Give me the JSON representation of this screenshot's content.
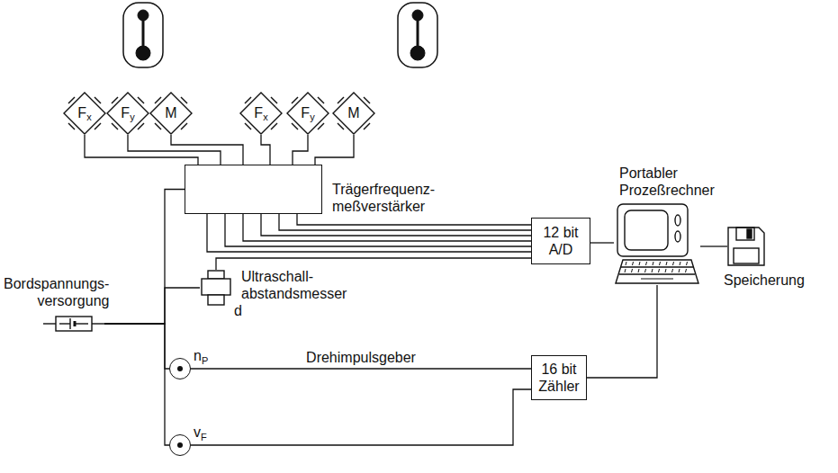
{
  "diagram": {
    "nodes": [
      {
        "text": [
          "F",
          "x"
        ]
      },
      {
        "text": [
          "F",
          "y"
        ]
      },
      {
        "text": [
          "M"
        ]
      },
      {
        "text": [
          "F",
          "x"
        ]
      },
      {
        "text": [
          "F",
          "y"
        ]
      },
      {
        "text": [
          "M"
        ]
      },
      {
        "text": [
          "Trägerfrequenz- meßverstärker"
        ]
      },
      {
        "text": [
          "12 bit A/D"
        ]
      },
      {
        "text": [
          "Portabler Prozeßrechner"
        ]
      },
      {
        "text": [
          "Speicherung"
        ]
      },
      {
        "text": [
          "Bordspannungs- versorgung"
        ]
      },
      {
        "text": [
          "Ultraschall- abstandsmesser",
          "d"
        ]
      },
      {
        "text": [
          "n",
          "P"
        ]
      },
      {
        "text": [
          "v",
          "F"
        ]
      },
      {
        "text": [
          "16 bit Zähler"
        ]
      }
    ],
    "edges": [
      {
        "from": 0,
        "to": 6,
        "arrow": "none"
      },
      {
        "from": 1,
        "to": 6,
        "arrow": "none"
      },
      {
        "from": 2,
        "to": 6,
        "arrow": "none"
      },
      {
        "from": 3,
        "to": 6,
        "arrow": "none"
      },
      {
        "from": 4,
        "to": 6,
        "arrow": "none"
      },
      {
        "from": 5,
        "to": 6,
        "arrow": "none"
      },
      {
        "from": 6,
        "to": 7,
        "arrow": "none"
      },
      {
        "from": 6,
        "to": 7,
        "arrow": "none"
      },
      {
        "from": 6,
        "to": 7,
        "arrow": "none"
      },
      {
        "from": 6,
        "to": 7,
        "arrow": "none"
      },
      {
        "from": 6,
        "to": 7,
        "arrow": "none"
      },
      {
        "from": 6,
        "to": 7,
        "arrow": "none"
      },
      {
        "from": 11,
        "to": 7,
        "arrow": "none"
      },
      {
        "from": 10,
        "to": 6,
        "arrow": "none"
      },
      {
        "from": 10,
        "to": 11,
        "arrow": "none"
      },
      {
        "from": 10,
        "to": 12,
        "arrow": "none"
      },
      {
        "from": 10,
        "to": 13,
        "arrow": "none"
      },
      {
        "from": 12,
        "to": 14,
        "label": "Drehimpulsgeber",
        "arrow": "none"
      },
      {
        "from": 13,
        "to": 14,
        "arrow": "none"
      },
      {
        "from": 7,
        "to": 8,
        "arrow": "none"
      },
      {
        "from": 14,
        "to": 8,
        "arrow": "none"
      },
      {
        "from": 8,
        "to": 9,
        "arrow": "none"
      }
    ]
  }
}
